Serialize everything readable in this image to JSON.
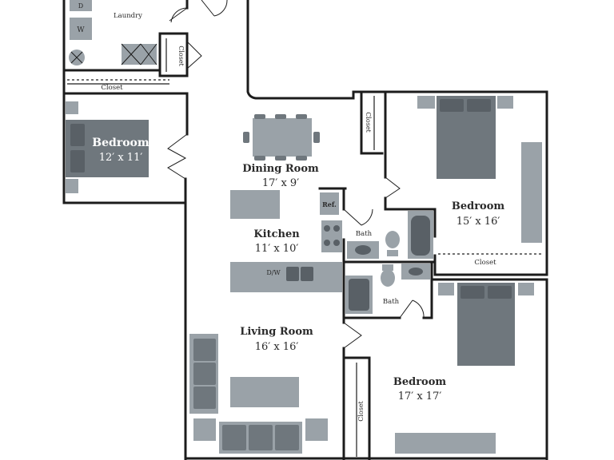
{
  "rooms": {
    "laundry": {
      "name": "Laundry",
      "dryer": "D",
      "washer": "W"
    },
    "closet_laundry": {
      "name": "Closet"
    },
    "closet_bed1": {
      "name": "Closet"
    },
    "bedroom1": {
      "name": "Bedroom",
      "dims": "12′ x 11′"
    },
    "dining": {
      "name": "Dining Room",
      "dims": "17′ x 9′"
    },
    "closet_dining": {
      "name": "Closet"
    },
    "kitchen": {
      "name": "Kitchen",
      "dims": "11′ x 10′",
      "fridge": "Ref.",
      "dishwasher": "D/W"
    },
    "bath1": {
      "name": "Bath"
    },
    "bath2": {
      "name": "Bath"
    },
    "bedroom2": {
      "name": "Bedroom",
      "dims": "15′ x 16′"
    },
    "closet_bed2": {
      "name": "Closet"
    },
    "living": {
      "name": "Living Room",
      "dims": "16′ x 16′"
    },
    "bedroom3": {
      "name": "Bedroom",
      "dims": "17′ x 17′"
    },
    "closet_bed3": {
      "name": "Closet"
    }
  },
  "colors": {
    "wall": "#1c1c1c",
    "furniture_light": "#9aa2a8",
    "furniture_mid": "#6f777d",
    "furniture_dark": "#596066"
  }
}
